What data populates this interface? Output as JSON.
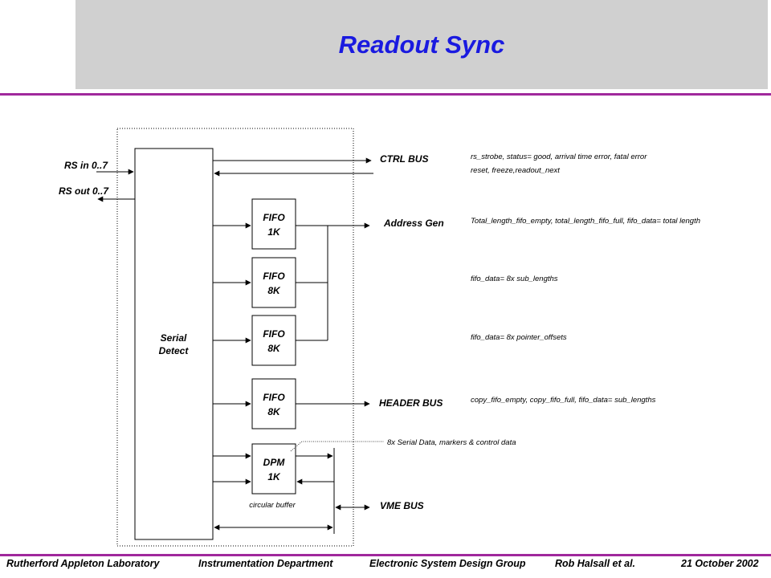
{
  "title": "Readout Sync",
  "footer": {
    "lab": "Rutherford  Appleton Laboratory",
    "department": "Instrumentation Department",
    "group": "Electronic System Design Group",
    "author": "Rob Halsall et al.",
    "date": "21 October  2002"
  },
  "diagram": {
    "serial_detect": [
      "Serial",
      "Detect"
    ],
    "rs_in": "RS in 0..7",
    "rs_out": "RS out 0..7",
    "fifo1": [
      "FIFO",
      "1K"
    ],
    "fifo2": [
      "FIFO",
      "8K"
    ],
    "fifo3": [
      "FIFO",
      "8K"
    ],
    "fifo4": [
      "FIFO",
      "8K"
    ],
    "dpm": [
      "DPM",
      "1K"
    ],
    "circular_buffer": "circular buffer",
    "ctrl_bus": "CTRL  BUS",
    "address_gen": "Address  Gen",
    "header_bus": "HEADER BUS",
    "vme_bus": "VME BUS",
    "ctrl_desc_1": "rs_strobe, status= good, arrival time error, fatal error",
    "ctrl_desc_2": "reset, freeze,readout_next",
    "addr_desc": "Total_length_fifo_empty, total_length_fifo_full, fifo_data= total length",
    "fifo8k_desc_1": "fifo_data= 8x sub_lengths",
    "fifo8k_desc_2": "fifo_data= 8x pointer_offsets",
    "header_desc": "copy_fifo_empty, copy_fifo_full, fifo_data= sub_lengths",
    "dpm_note": "8x Serial Data, markers & control data"
  }
}
